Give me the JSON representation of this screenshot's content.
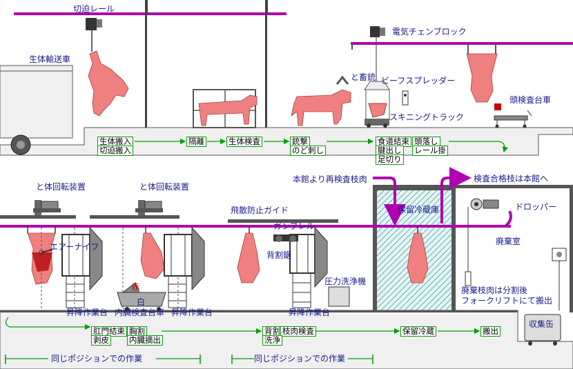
{
  "labels": {
    "cut_rail": "切迫レール",
    "live_transport_truck": "生体輸送車",
    "electric_chain_block": "電気チェンブロック",
    "stunning": "と畜銃",
    "beef_spreader": "ビーフスプレッダー",
    "skinning_track": "スキニングトラック",
    "head_inspection_cart": "頭検査台車",
    "rotator_1": "と体回転装置",
    "rotator_2": "と体回転装置",
    "anti_scatter_guide": "飛散防止ガイド",
    "gambrel": "ガンブレル",
    "air_knife": "エアーナイフ",
    "back_saw": "背割鋸",
    "pressure_washer": "圧力洗浄機",
    "cold_storage": "保留冷蔵庫",
    "reinspection_in": "本館より再検査枝肉",
    "passed_to_main": "検査合格枝は本館へ",
    "dropper": "ドロッパー",
    "waste_room": "廃棄室",
    "collection_bin": "収集缶",
    "lift_platform_1": "昇降作業台",
    "viscera_cart": "内臓検査台車",
    "lift_platform_2": "昇降作業台",
    "lift_platform_3": "昇降作業台",
    "red": "赤",
    "white": "白",
    "waste_note_1": "廃棄枝肉は分割後",
    "waste_note_2": "フォークリフトにて搬出",
    "same_position_1": "同じポジションでの作業",
    "same_position_2": "同じポジションでの作業"
  },
  "flow_top": {
    "b1a": "生体搬入",
    "b1b": "切迫搬入",
    "b2": "隔離",
    "b3": "生体検査",
    "b4a": "銃撃",
    "b4b": "のど刺し",
    "b5a": "食道結束",
    "b5b": "頭落し",
    "b5c": "腱出し",
    "b5d": "レール掛",
    "b5e": "足切り"
  },
  "flow_bottom": {
    "c1a": "肛門結束",
    "c1b": "胸割",
    "c1c": "剥皮",
    "c1d": "内臓摘出",
    "c2a": "背割",
    "c2b": "枝肉検査",
    "c2c": "洗浄",
    "c3": "保留冷蔵",
    "c4": "搬出"
  },
  "colors": {
    "rail": "#b000b0",
    "flow": "#00a000",
    "carcass": "#f08080",
    "floor": "#f0f0f0",
    "hatch": "#3aa0a0",
    "dark": "#404040"
  }
}
